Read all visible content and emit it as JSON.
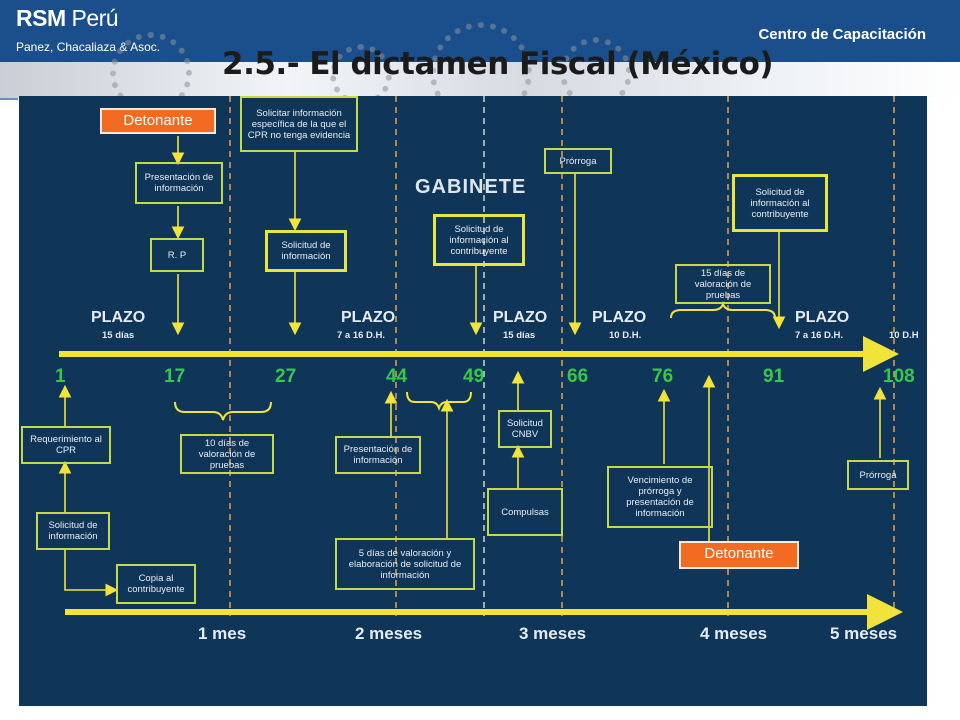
{
  "header": {
    "logo_brand": "RSM",
    "logo_country": "Perú",
    "logo_sub": "Panez, Chacaliaza & Asoc.",
    "center_label": "Centro de Capacitación"
  },
  "slide_title": "2.5.- El dictamen Fiscal (México)",
  "diagram": {
    "section_label": "GABINETE",
    "triggers": [
      "Detonante",
      "Detonante"
    ],
    "day_markers": [
      "1",
      "17",
      "27",
      "44",
      "49",
      "66",
      "76",
      "91",
      "108"
    ],
    "plazos": [
      {
        "title": "PLAZO",
        "sub": "15 días"
      },
      {
        "title": "PLAZO",
        "sub": "7 a 16 D.H."
      },
      {
        "title": "PLAZO",
        "sub": "15 días"
      },
      {
        "title": "PLAZO",
        "sub": "10 D.H."
      },
      {
        "title": "PLAZO",
        "sub": "7 a 16 D.H."
      },
      {
        "title": "",
        "sub": "10 D.H"
      }
    ],
    "months": [
      "1 mes",
      "2 meses",
      "3 meses",
      "4 meses",
      "5 meses"
    ],
    "top_boxes": {
      "presentacion": "Presentación de información",
      "rp": "R. P",
      "solicitar": "Solicitar información específica de la que el CPR no tenga evidencia",
      "solicitud_info_1": "Solicitud de información",
      "solicitud_contrib_1": "Solicitud de información al contribuyente",
      "prorroga_top": "Prórroga",
      "solicitud_contrib_2": "Solicitud de información al contribuyente",
      "valoracion_15": "15 días de valoración de pruebas"
    },
    "bottom_boxes": {
      "requerimiento": "Requerimiento al CPR",
      "solicitud_info_2": "Solicitud de información",
      "copia": "Copia al contribuyente",
      "valoracion_10": "10 días de valoración de pruebas",
      "presentacion_2": "Presentación de información",
      "valoracion_5": "5 días de valoración y elaboración de solicitud de información",
      "solicitud_cnbv": "Solicitud CNBV",
      "compulsas": "Compulsas",
      "vencimiento": "Vencimiento de prórroga y presentación de información",
      "prorroga_bottom": "Prórroga"
    }
  },
  "colors": {
    "header_blue": "#1a4f8b",
    "diagram_bg": "#0f3559",
    "arrow_yellow": "#f2e33a",
    "box_border": "#c5d94a",
    "trigger_orange": "#f26b21",
    "day_green": "#37c84a"
  }
}
